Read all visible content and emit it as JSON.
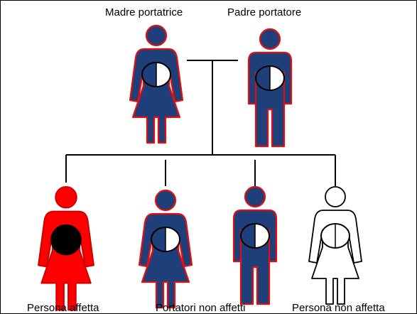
{
  "labels": {
    "mother": "Madre portatrice",
    "father": "Padre portatore",
    "affected": "Persona affetta",
    "carriers": "Portatori non affetti",
    "unaffected": "Persona non affetta"
  },
  "colors": {
    "carrier_fill": "#1f3f7a",
    "carrier_outline": "#e01010",
    "affected_fill": "#ff0000",
    "affected_outline": "#d00000",
    "affected_cell": "#000000",
    "unaffected_fill": "#ffffff",
    "unaffected_outline": "#000000",
    "line": "#000000",
    "cell_white": "#ffffff"
  },
  "people": [
    {
      "role": "mother",
      "sex": "female",
      "status": "carrier"
    },
    {
      "role": "father",
      "sex": "male",
      "status": "carrier"
    },
    {
      "role": "child-1",
      "sex": "female",
      "status": "affected"
    },
    {
      "role": "child-2",
      "sex": "female",
      "status": "carrier"
    },
    {
      "role": "child-3",
      "sex": "male",
      "status": "carrier"
    },
    {
      "role": "child-4",
      "sex": "female",
      "status": "unaffected"
    }
  ]
}
